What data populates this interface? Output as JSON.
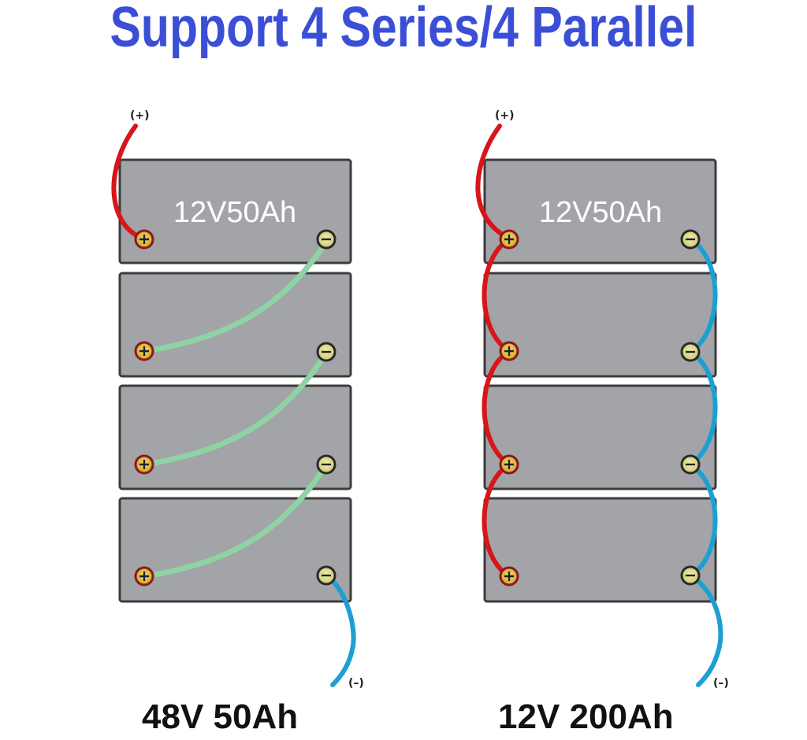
{
  "title": "Support 4 Series/4 Parallel",
  "left": {
    "battery_label": "12V50Ah",
    "positive_label": "(+)",
    "negative_label": "(–)",
    "caption": "48V 50Ah"
  },
  "right": {
    "battery_label": "12V50Ah",
    "positive_label": "(+)",
    "negative_label": "(–)",
    "caption": "12V 200Ah"
  },
  "colors": {
    "title": "#3b4fd6",
    "battery_fill": "#a2a4a7",
    "battery_border": "#3c3c3c",
    "positive_wire": "#d8151b",
    "negative_wire": "#1e9fd2",
    "series_link": "#8fd3a4",
    "terminal_pos": "#e9c24a",
    "terminal_neg": "#e3df8a"
  }
}
